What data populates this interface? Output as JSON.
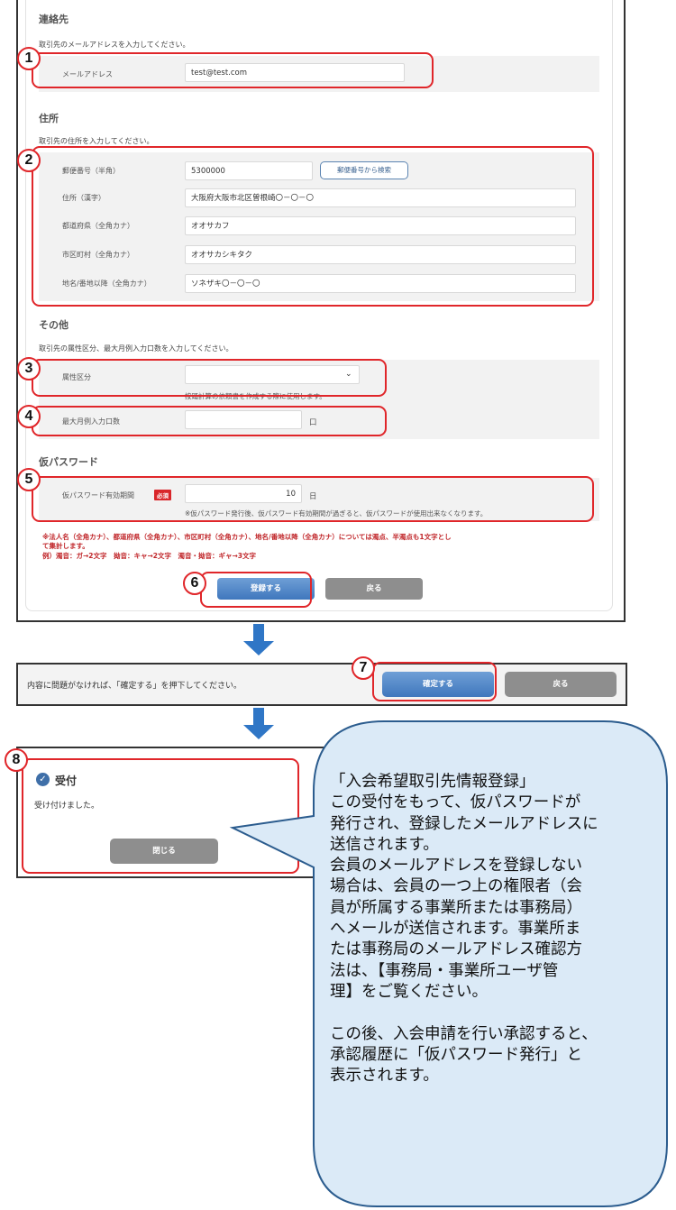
{
  "form": {
    "contact": {
      "title": "連絡先",
      "description": "取引先のメールアドレスを入力してください。",
      "email_label": "メールアドレス",
      "email_value": "test@test.com"
    },
    "address": {
      "title": "住所",
      "description": "取引先の住所を入力してください。",
      "postal_label": "郵便番号（半角）",
      "postal_value": "5300000",
      "postal_search_button": "郵便番号から検索",
      "address_kanji_label": "住所（漢字）",
      "address_kanji_value": "大阪府大阪市北区曽根崎〇－〇－〇",
      "prefecture_label": "都道府県（全角カナ）",
      "prefecture_value": "オオサカフ",
      "city_label": "市区町村（全角カナ）",
      "city_value": "オオサカシキタク",
      "street_label": "地名/番地以降（全角カナ）",
      "street_value": "ソネザキ〇－〇－〇"
    },
    "other": {
      "title": "その他",
      "description": "取引先の属性区分、最大月例入力口数を入力してください。",
      "attribute_label": "属性区分",
      "attribute_value": "",
      "attribute_note": "按踊計算の依頼書を作成する際に使用します。",
      "max_entries_label": "最大月例入力口数",
      "max_entries_value": "",
      "max_entries_unit": "口"
    },
    "temp_password": {
      "title": "仮パスワード",
      "validity_label": "仮パスワード有効期間",
      "required_badge": "必須",
      "validity_value": "10",
      "validity_unit": "日",
      "validity_note": "※仮パスワード発行後、仮パスワード有効期間が過ぎると、仮パスワードが使用出来なくなります。"
    },
    "notes": [
      "※法人名（全角カナ）、都道府県（全角カナ）、市区町村（全角カナ）、地名/番地以降（全角カナ）については濁点、半濁点も1文字とし",
      "て集計します。",
      "例）濁音：ガ→2文字　拗音：キャ→2文字　濁音・拗音：ギャ→3文字"
    ],
    "register_button": "登録する",
    "back_button": "戻る"
  },
  "confirm": {
    "message": "内容に問題がなければ、「確定する」を押下してください。",
    "confirm_button": "確定する",
    "back_button": "戻る"
  },
  "reception": {
    "title": "受付",
    "message": "受け付けました。",
    "close_button": "閉じる"
  },
  "markers": [
    "1",
    "2",
    "3",
    "4",
    "5",
    "6",
    "7",
    "8"
  ],
  "callout": {
    "paragraph1": [
      "「入会希望取引先情報登録」",
      "この受付をもって、仮パスワードが",
      "発行され、登録したメールアドレスに",
      "送信されます。",
      "会員のメールアドレスを登録しない",
      "場合は、会員の一つ上の権限者（会",
      "員が所属する事業所または事務局）",
      "へメールが送信されます。事業所ま",
      "たは事務局のメールアドレス確認方",
      "法は、【事務局・事業所ユーザ管",
      "理】をご覧ください。"
    ],
    "paragraph2": [
      "この後、入会申請を行い承認すると、",
      "承認履歴に「仮パスワード発行」と",
      "表示されます。"
    ]
  },
  "colors": {
    "annotation_red": "#e0262a",
    "arrow_blue": "#2f76c6",
    "button_blue": "#3f77bd",
    "button_gray": "#8e8e8e",
    "callout_fill": "#dbeaf7",
    "callout_border": "#2b5c8e"
  }
}
